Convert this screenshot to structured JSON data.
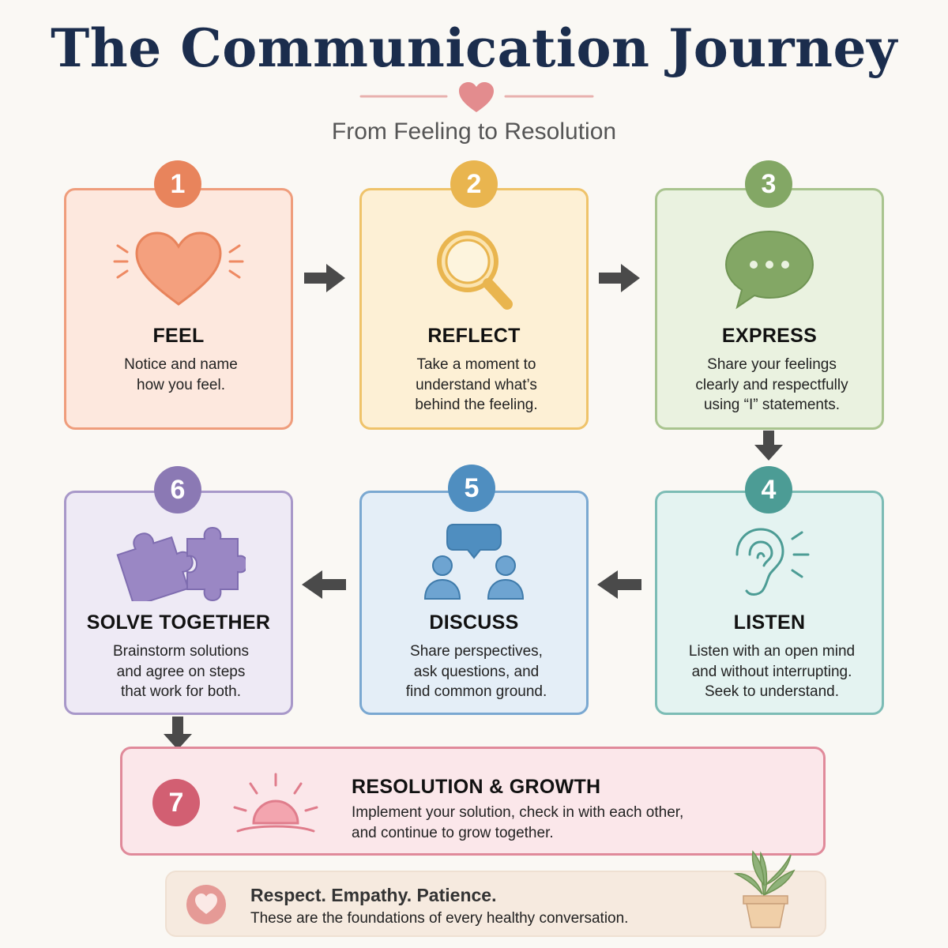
{
  "header": {
    "title": "The Communication Journey",
    "subtitle": "From Feeling to Resolution"
  },
  "steps": [
    {
      "number": "1",
      "title": "FEEL",
      "lines": [
        "Notice and name",
        "how you feel."
      ],
      "icon": "heart-icon",
      "color": "#e8845c"
    },
    {
      "number": "2",
      "title": "REFLECT",
      "lines": [
        "Take a moment to",
        "understand what’s",
        "behind the feeling."
      ],
      "icon": "magnifying-glass-icon",
      "color": "#e9b54f"
    },
    {
      "number": "3",
      "title": "EXPRESS",
      "lines": [
        "Share your feelings",
        "clearly and respectfully",
        "using “I” statements."
      ],
      "icon": "speech-bubble-icon",
      "color": "#83a765"
    },
    {
      "number": "4",
      "title": "LISTEN",
      "lines": [
        "Listen with an open mind",
        "and without interrupting.",
        "Seek to understand."
      ],
      "icon": "ear-icon",
      "color": "#4c9c95"
    },
    {
      "number": "5",
      "title": "DISCUSS",
      "lines": [
        "Share perspectives,",
        "ask questions, and",
        "find common ground."
      ],
      "icon": "people-conversation-icon",
      "color": "#4f8ec0"
    },
    {
      "number": "6",
      "title": "SOLVE TOGETHER",
      "lines": [
        "Brainstorm solutions",
        "and agree on steps",
        "that work for both."
      ],
      "icon": "puzzle-pieces-icon",
      "color": "#8b79b4"
    }
  ],
  "resolution": {
    "number": "7",
    "title": "RESOLUTION & GROWTH",
    "lines": [
      "Implement your solution, check in with each other,",
      "and continue to grow together."
    ],
    "icon": "sunrise-icon",
    "color": "#d25f72"
  },
  "footer": {
    "heading": "Respect. Empathy. Patience.",
    "text": "These are the foundations of every healthy conversation.",
    "icons": [
      "heart-circle-icon",
      "potted-plant-icon"
    ]
  },
  "colors": {
    "title": "#1b2d4d",
    "arrow": "#4a4a4a",
    "background": "#faf8f4"
  }
}
